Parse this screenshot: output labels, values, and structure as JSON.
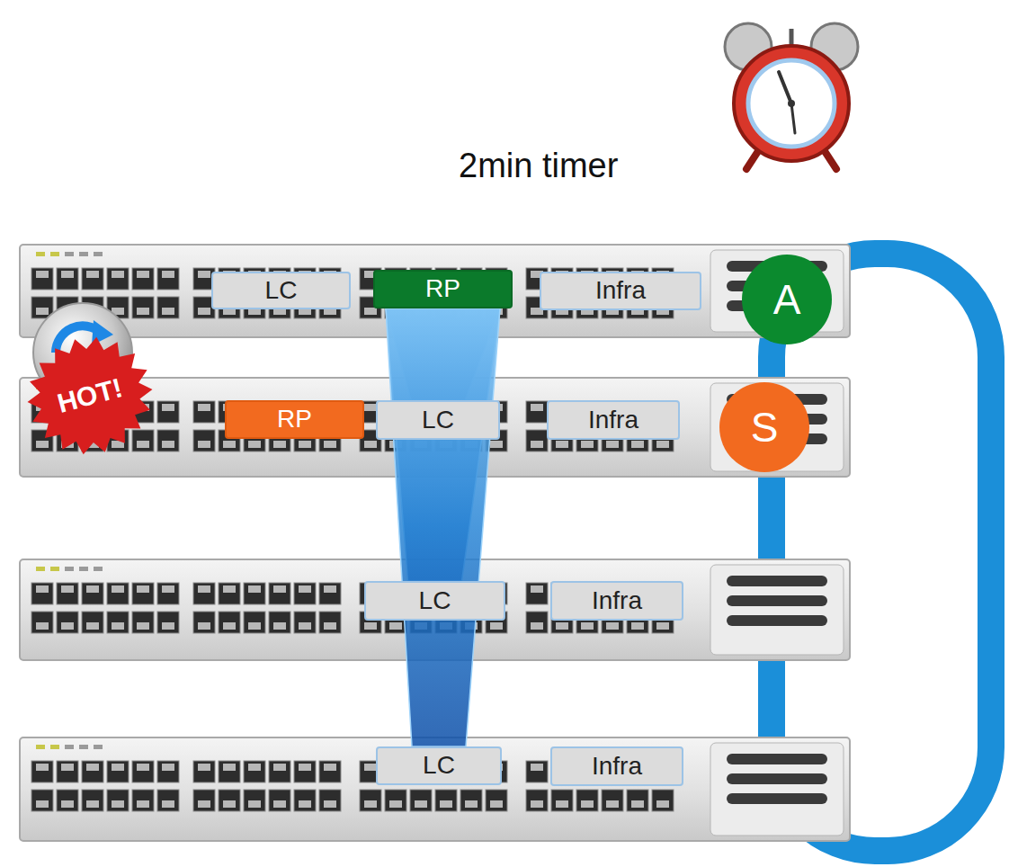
{
  "diagram": {
    "nodes": [
      {
        "text": [
          "LC"
        ]
      },
      {
        "text": [
          "RP"
        ]
      },
      {
        "text": [
          "Infra"
        ]
      },
      {
        "text": [
          "A"
        ]
      },
      {
        "text": [
          "HOT!"
        ]
      },
      {
        "text": [
          "RP"
        ]
      },
      {
        "text": [
          "LC"
        ]
      },
      {
        "text": [
          "Infra"
        ]
      },
      {
        "text": [
          "S"
        ]
      },
      {
        "text": [
          "LC"
        ]
      },
      {
        "text": [
          "Infra"
        ]
      },
      {
        "text": [
          "LC"
        ]
      },
      {
        "text": [
          "Infra"
        ]
      }
    ],
    "edges": [
      {
        "from": 1,
        "to": 6,
        "arrow": "none"
      },
      {
        "from": 1,
        "to": 9,
        "arrow": "none"
      },
      {
        "from": 1,
        "to": 11,
        "arrow": "none"
      }
    ],
    "labels": [
      "2min timer"
    ]
  }
}
